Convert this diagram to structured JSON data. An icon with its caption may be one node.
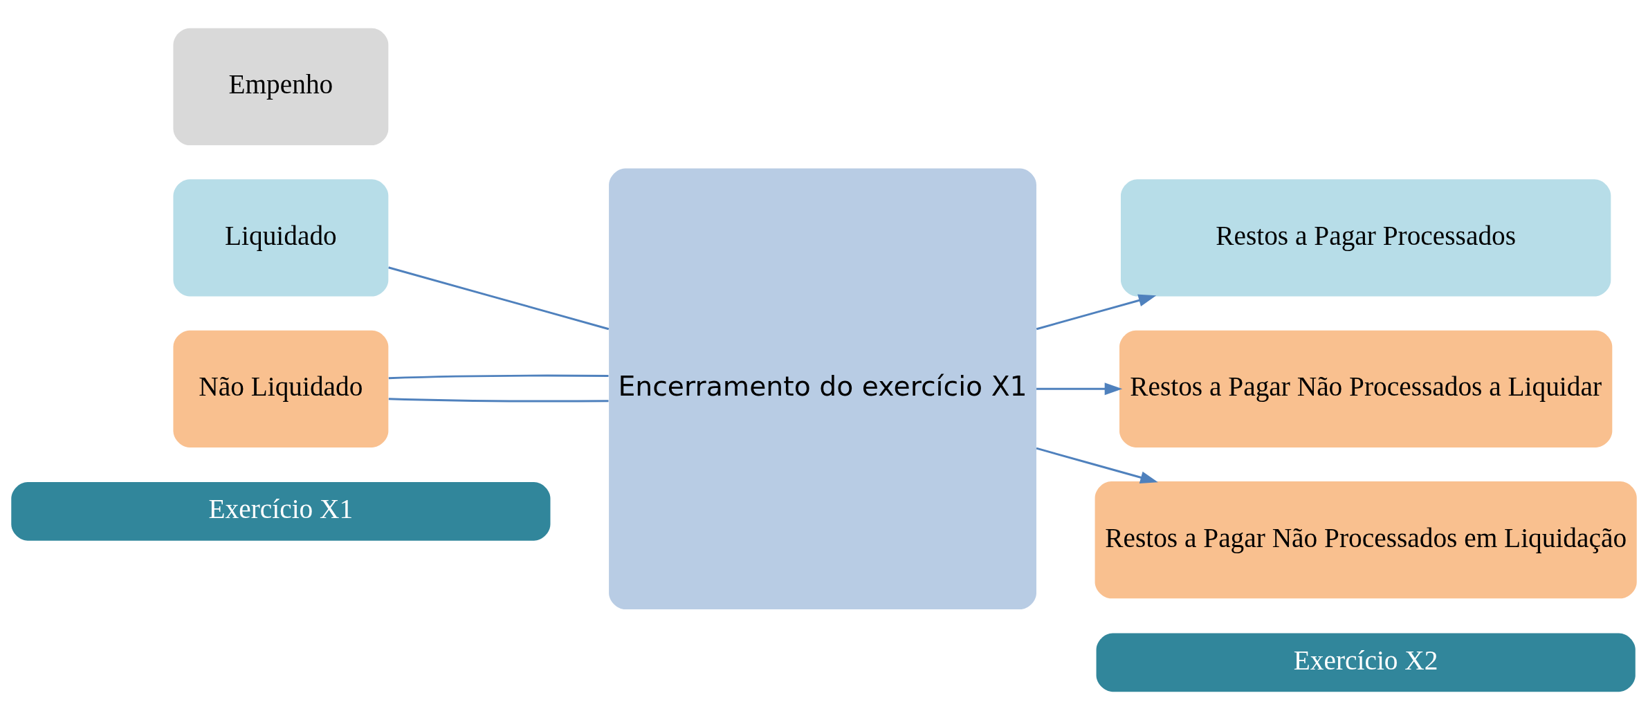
{
  "diagram": {
    "nodes": [
      {
        "text": [
          "Exercício X1"
        ]
      },
      {
        "text": [
          "Exercício X2"
        ]
      },
      {
        "text": [
          "Liquidado"
        ]
      },
      {
        "text": [
          "Empenho"
        ]
      },
      {
        "text": [
          "Não Liquidado"
        ]
      },
      {
        "text": [
          "Encerramento do exercício X1"
        ]
      },
      {
        "text": [
          "Restos a Pagar Processados"
        ]
      },
      {
        "text": [
          "Restos a Pagar Não Processados a Liquidar"
        ]
      },
      {
        "text": [
          "Restos a Pagar Não Processados em Liquidação"
        ]
      }
    ],
    "edges": [
      {
        "from": 2,
        "to": 5,
        "arrow": "none"
      },
      {
        "from": 5,
        "to": 6,
        "arrow": "to"
      },
      {
        "from": 4,
        "to": 5,
        "arrow": "none"
      },
      {
        "from": 5,
        "to": 7,
        "arrow": "to"
      },
      {
        "from": 4,
        "to": 5,
        "arrow": "none"
      },
      {
        "from": 5,
        "to": 8,
        "arrow": "to"
      }
    ]
  }
}
